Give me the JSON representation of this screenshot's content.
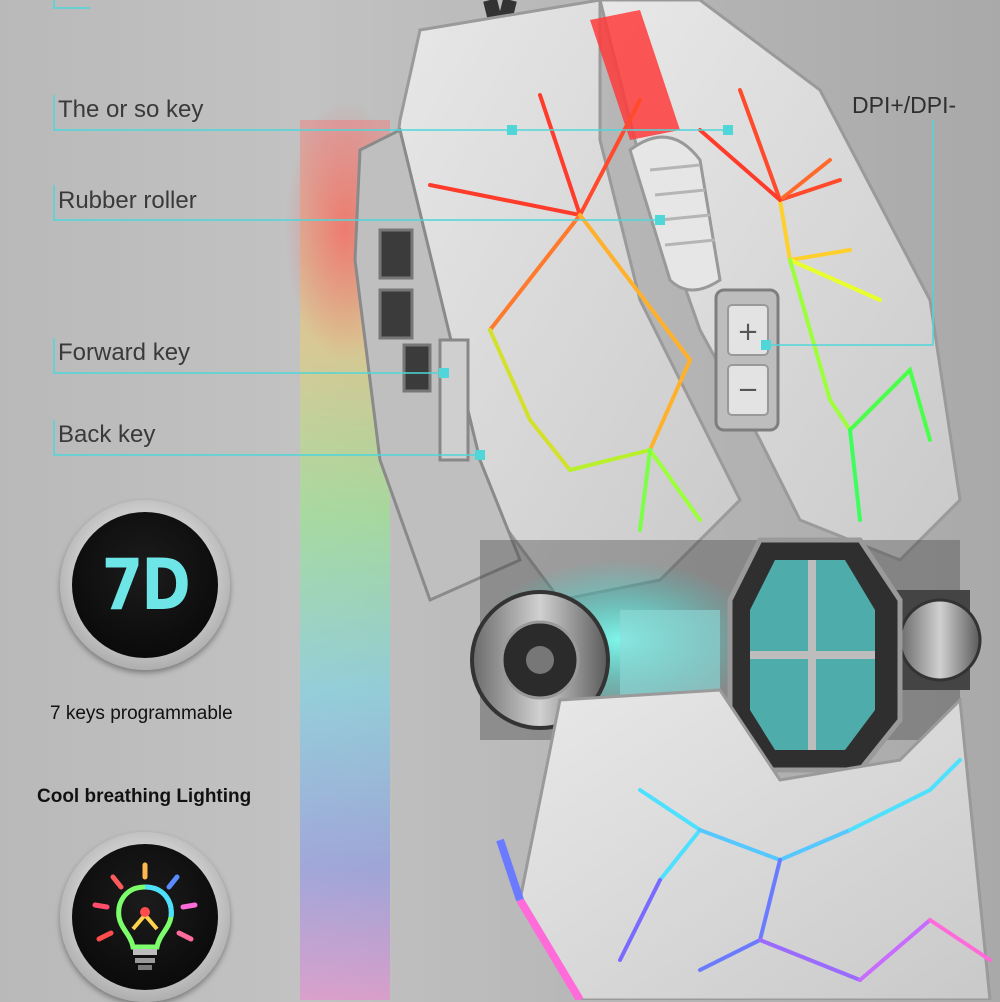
{
  "callouts": {
    "scroll_key": "The or so key",
    "rubber_roller": "Rubber roller",
    "forward_key": "Forward key",
    "back_key": "Back key",
    "dpi": "DPI+/DPI-"
  },
  "badges": {
    "seven_d": "7D",
    "bulb_icon": "rgb-lightbulb-icon"
  },
  "captions": {
    "programmable": "7 keys programmable",
    "lighting": "Cool breathing Lighting"
  },
  "dpi_buttons": {
    "plus": "+",
    "minus": "−"
  },
  "colors": {
    "callout_line": "#4fd6d9",
    "badge_text": "#6ee6e8",
    "mouse_body": "#d9d9d9"
  }
}
